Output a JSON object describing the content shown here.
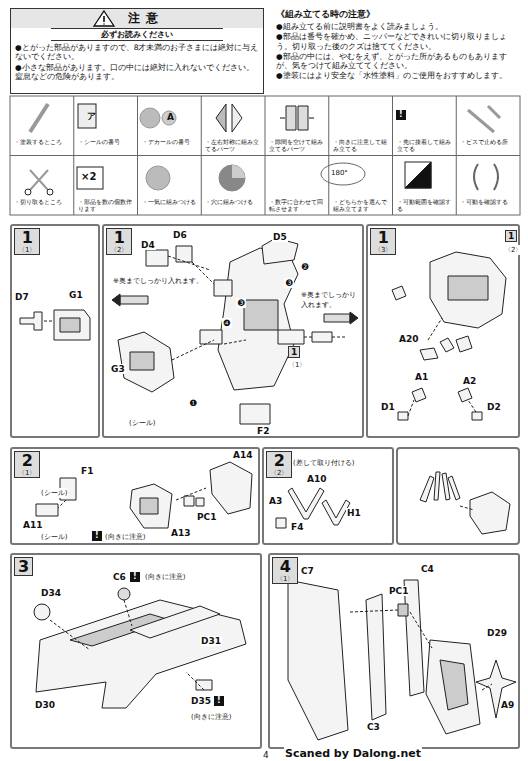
{
  "diagram": {
    "nodes": [
      {
        "text": [
          "注意",
          "必ずお読みください",
          "●とがった部品がありますので、8才未満のお子さまには絶対に与えないでください。",
          "●小さな部品があります。口の中には絶対に入れないでください。窒息などの危険があります。"
        ]
      },
      {
        "text": [
          "《組み立てる時の注意》",
          "●組み立てる前に説明書をよく読みましょう。",
          "●部品は番号を確かめ、ニッパーなどできれいに切り取りましょう。切り取った後のクズは捨ててください。",
          "●部品の中には、やむをえず、とがった所があるものもありますが、気をつけて組み立ててください。",
          "●塗装にはより安全な「水性塗料」のご使用をおすすめします。"
        ]
      },
      {
        "text": [
          "1",
          "〈1〉"
        ]
      },
      {
        "text": [
          "1",
          "〈2〉"
        ]
      },
      {
        "text": [
          "1",
          "〈3〉"
        ]
      },
      {
        "text": [
          "2",
          "〈1〉"
        ]
      },
      {
        "text": [
          "2",
          "〈2〉"
        ]
      },
      {
        "text": [
          "3"
        ]
      },
      {
        "text": [
          "4",
          "〈1〉"
        ]
      }
    ],
    "labels": [
      "・塗装するところ",
      "・シールの番号",
      "・デカールの番号",
      "・左右対称に組み立てるパーツ",
      "・隙間を空けて組み立てるパーツ",
      "・向きに注意して組み立てる",
      "・先に接着して組み立てる",
      "・ビスで止める所",
      "・切り取るところ",
      "・部品を数の個数作ります",
      "・一気に組みつける",
      "・穴に組みつける",
      "・数字に合わせて回転させます",
      "・どちらかを選んで組み立てます",
      "・可動範囲を確認する",
      "・可動を確認する",
      "ア",
      "A",
      "!",
      "×2",
      "180°",
      "D7",
      "G1",
      "D4",
      "D6",
      "D5",
      "※奥までしっかり入れます。",
      "1",
      "〈1〉",
      "※奥までしっかり入れます。",
      "G3",
      "(シール)",
      "F2",
      "❶",
      "❷",
      "❸",
      "❸",
      "❹",
      "1",
      "〈2〉",
      "A20",
      "A1",
      "A2",
      "D1",
      "D2",
      "F1",
      "(シール)",
      "A11",
      "A14",
      "PC1",
      "(シール)",
      "!",
      "(向きに注意)",
      "A13",
      "(差して取り付ける)",
      "A10",
      "A3",
      "H1",
      "F4",
      "D34",
      "C6",
      "!",
      "(向きに注意)",
      "D31",
      "D30",
      "D35",
      "!",
      "(向きに注意)",
      "C7",
      "C4",
      "PC1",
      "D29",
      "A9",
      "C3",
      "4",
      "Scaned by Dalong.net"
    ]
  }
}
